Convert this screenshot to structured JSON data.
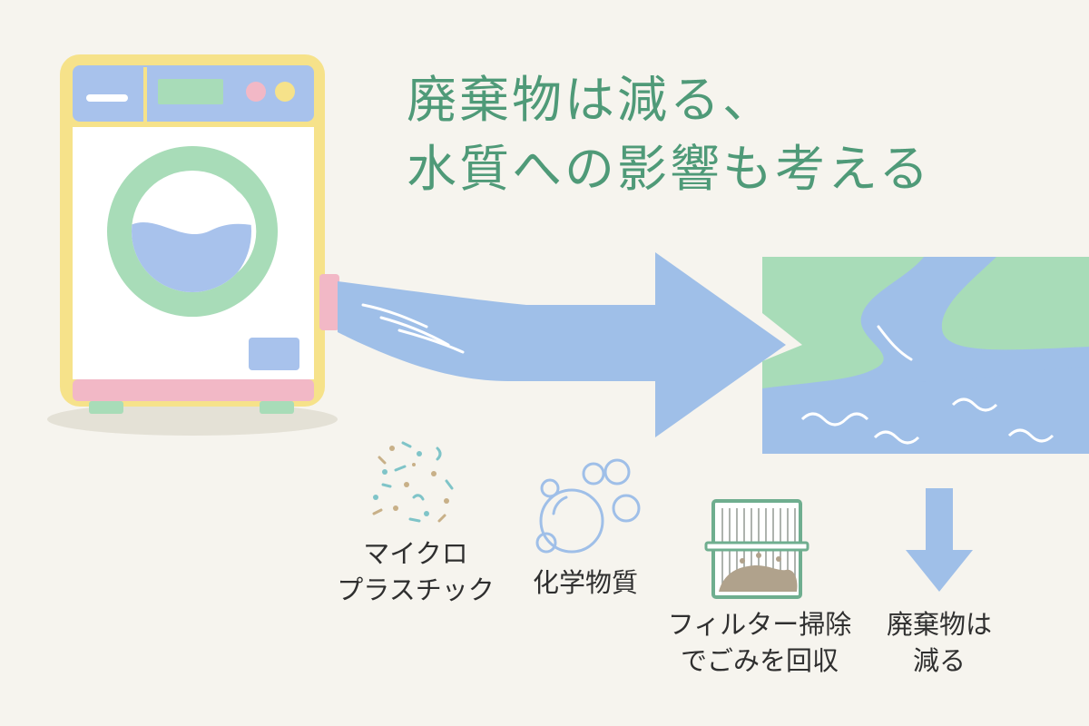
{
  "title": {
    "line1": "廃棄物は減る、",
    "line2": "水質への影響も考える"
  },
  "labels": {
    "microplastics": [
      "マイクロ",
      "プラスチック"
    ],
    "chemicals": "化学物質",
    "filter": [
      "フィルター掃除",
      "でごみを回収"
    ],
    "waste": [
      "廃棄物は",
      "減る"
    ]
  },
  "icons": {
    "washer": "washing-machine-icon",
    "arrow": "wastewater-arrow-icon",
    "river": "river-icon",
    "particles": "microplastic-particles-icon",
    "bubbles": "bubbles-icon",
    "filter": "lint-filter-icon",
    "down_arrow": "down-arrow-icon"
  },
  "colors": {
    "title": "#4f9a78",
    "water": "#9fbfe8",
    "land": "#a8dcb8",
    "frame": "#f6e28a",
    "pink": "#f2b8c6"
  }
}
